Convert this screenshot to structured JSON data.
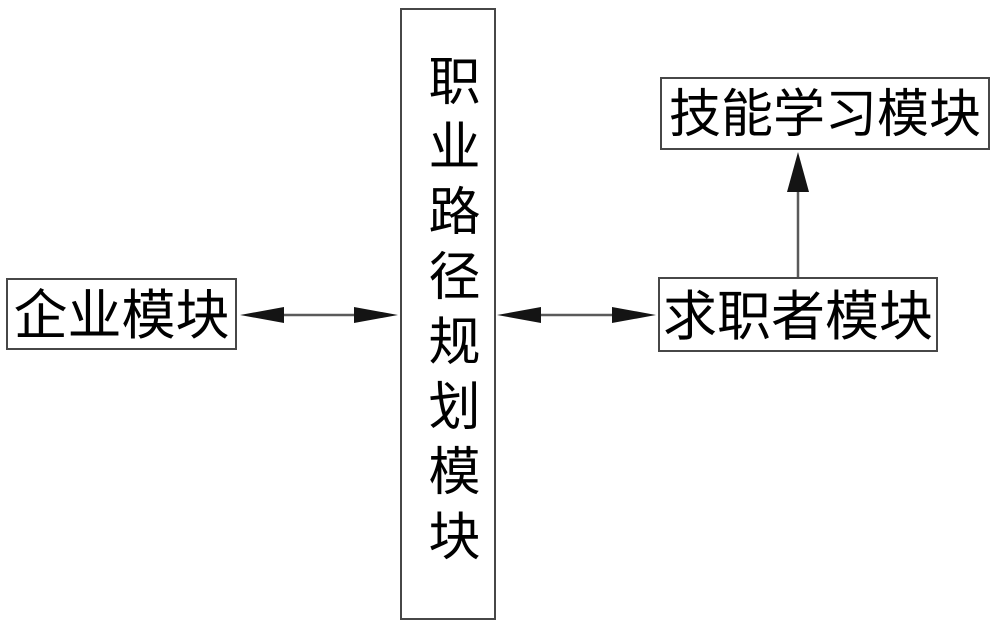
{
  "diagram": {
    "title": "career path planning system block diagram",
    "nodes": {
      "career_path": {
        "label": "职业路径规划模块"
      },
      "enterprise": {
        "label": "企业模块"
      },
      "job_seeker": {
        "label": "求职者模块"
      },
      "skill_learning": {
        "label": "技能学习模块"
      }
    },
    "edges": [
      {
        "from": "enterprise",
        "to": "career_path",
        "type": "bidirectional"
      },
      {
        "from": "career_path",
        "to": "job_seeker",
        "type": "bidirectional"
      },
      {
        "from": "job_seeker",
        "to": "skill_learning",
        "type": "directed-up"
      }
    ],
    "colors": {
      "background": "#ffffff",
      "box_border": "#474747",
      "text": "#000000",
      "arrow_line": "#5a5a5a",
      "arrow_head": "#141414"
    }
  }
}
